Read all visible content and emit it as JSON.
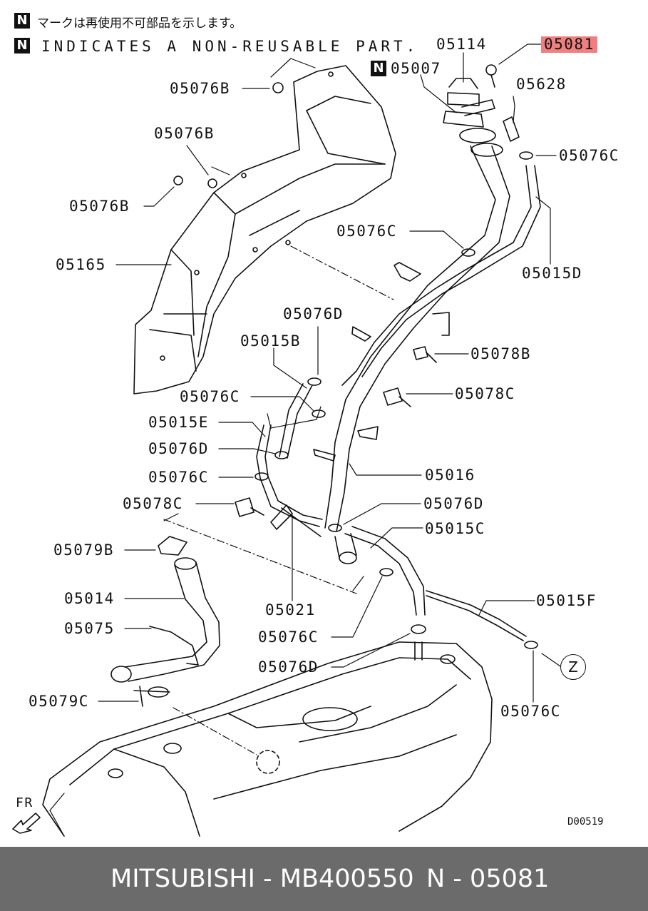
{
  "legend": {
    "mark": "N",
    "jp": "マークは再使用不可部品を示します。",
    "en": "INDICATES A NON-REUSABLE PART."
  },
  "labels": {
    "p05081": "05081",
    "p05114": "05114",
    "p05007": "05007",
    "p05628": "05628",
    "p05076B_a": "05076B",
    "p05076B_b": "05076B",
    "p05076B_c": "05076B",
    "p05165": "05165",
    "p05076C_a": "05076C",
    "p05076C_b": "05076C",
    "p05015D": "05015D",
    "p05076D_a": "05076D",
    "p05015B": "05015B",
    "p05078B": "05078B",
    "p05076C_c": "05076C",
    "p05078C_a": "05078C",
    "p05015E": "05015E",
    "p05076D_b": "05076D",
    "p05016": "05016",
    "p05076C_d": "05076C",
    "p05078C_b": "05078C",
    "p05076D_c": "05076D",
    "p05015C": "05015C",
    "p05079B": "05079B",
    "p05014": "05014",
    "p05021": "05021",
    "p05015F": "05015F",
    "p05075": "05075",
    "p05076C_e": "05076C",
    "p05076D_d": "05076D",
    "p05076C_f": "05076C",
    "p05079C": "05079C",
    "zone": "Z",
    "front": "FR"
  },
  "diagram_code": "D00519",
  "footer": {
    "brand": "MITSUBISHI - MB400550",
    "part": "N - 05081"
  },
  "colors": {
    "highlight": "#f08080",
    "footer_bg": "#6b6b6b"
  }
}
